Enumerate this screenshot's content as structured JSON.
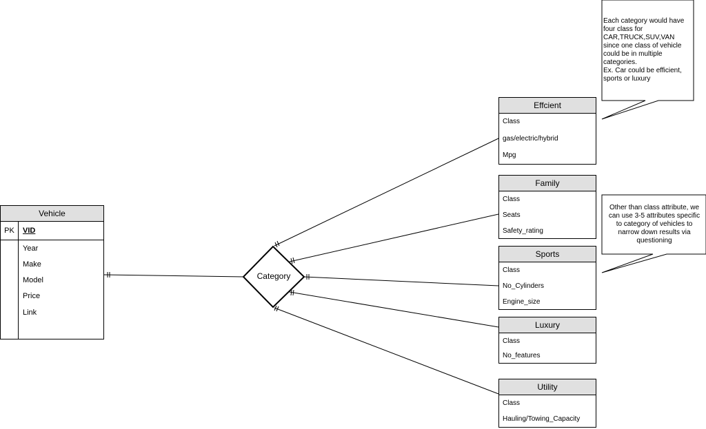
{
  "vehicle": {
    "title": "Vehicle",
    "pk_label": "PK",
    "pk_field": "VID",
    "attributes": [
      "Year",
      "Make",
      "Model",
      "Price",
      "Link"
    ]
  },
  "relationship": {
    "label": "Category"
  },
  "entities": {
    "efficient": {
      "title": "Effcient",
      "attributes": [
        "Class",
        "gas/electric/hybrid",
        "Mpg"
      ]
    },
    "family": {
      "title": "Family",
      "attributes": [
        "Class",
        "Seats",
        "Safety_rating"
      ]
    },
    "sports": {
      "title": "Sports",
      "attributes": [
        "Class",
        "No_Cylinders",
        "Engine_size"
      ]
    },
    "luxury": {
      "title": "Luxury",
      "attributes": [
        "Class",
        "No_features"
      ]
    },
    "utility": {
      "title": "Utility",
      "attributes": [
        "Class",
        "Hauling/Towing_Capacity"
      ]
    }
  },
  "notes": {
    "top": [
      "Each category would have",
      "four class for",
      "CAR,TRUCK,SUV,VAN",
      "since one class of vehicle",
      "could be in multiple",
      "categories.",
      "Ex. Car could be efficient,",
      "sports or luxury"
    ],
    "middle": [
      "Other than class attribute, we",
      "can use 3-5 attributes specific",
      "to category of vehicles to",
      "narrow down results via",
      "questioning"
    ]
  }
}
